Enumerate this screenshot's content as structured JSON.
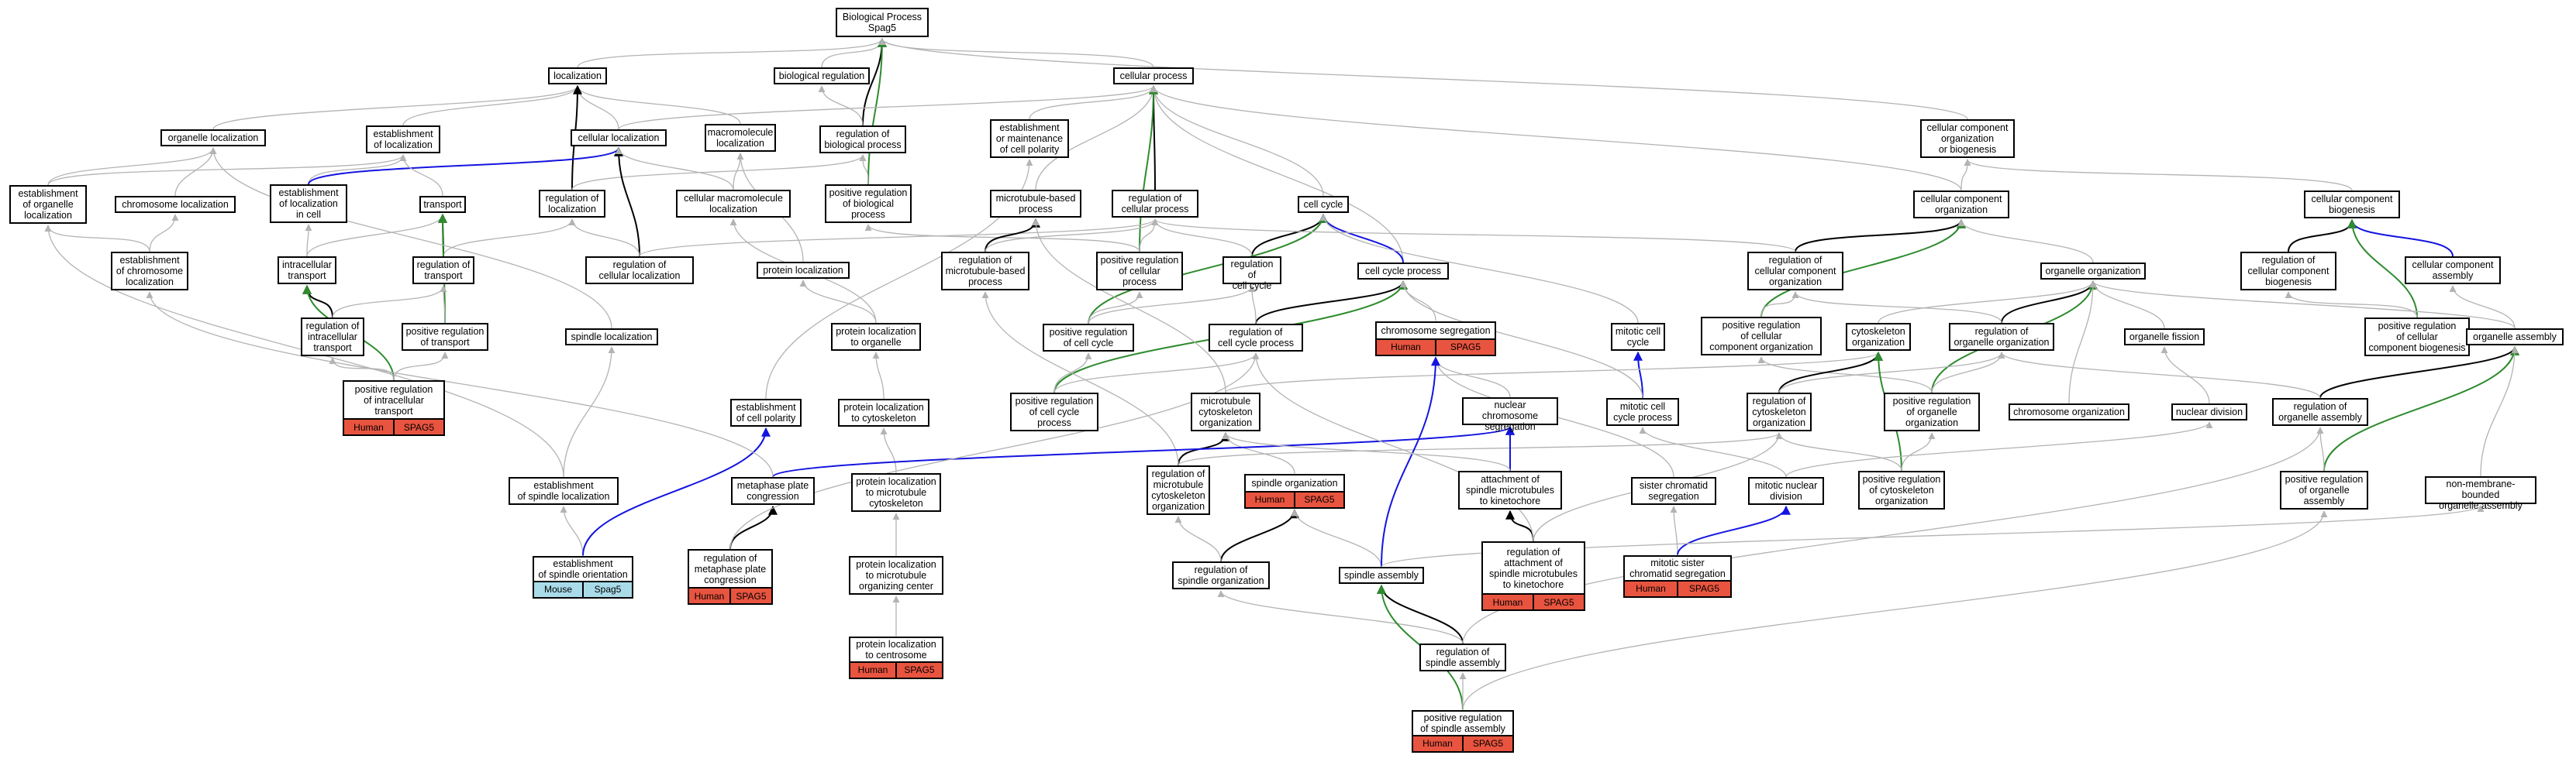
{
  "colors": {
    "default_edge": "#b3b3b3",
    "is_a": "#000000",
    "positive": "#2e8b2e",
    "negative": "#1414e0",
    "human": "#e8543f",
    "mouse": "#a9dbe9"
  },
  "nodes": [
    {
      "id": "bp",
      "label": "Biological Process\nSpag5"
    },
    {
      "id": "loc",
      "label": "localization"
    },
    {
      "id": "bioreg",
      "label": "biological regulation"
    },
    {
      "id": "cp",
      "label": "cellular process"
    },
    {
      "id": "orgloc",
      "label": "organelle localization"
    },
    {
      "id": "estloc",
      "label": "establishment\nof localization"
    },
    {
      "id": "cellloc",
      "label": "cellular localization"
    },
    {
      "id": "macroloc",
      "label": "macromolecule\nlocalization"
    },
    {
      "id": "regbp",
      "label": "regulation of\nbiological process"
    },
    {
      "id": "estpol",
      "label": "establishment\nor maintenance\nof cell polarity"
    },
    {
      "id": "ccob",
      "label": "cellular component\norganization\nor biogenesis"
    },
    {
      "id": "estorgloc",
      "label": "establishment\nof organelle\nlocalization"
    },
    {
      "id": "chromloc",
      "label": "chromosome localization"
    },
    {
      "id": "estlocincell",
      "label": "establishment\nof localization\nin cell"
    },
    {
      "id": "transport",
      "label": "transport"
    },
    {
      "id": "regloc",
      "label": "regulation of\nlocalization"
    },
    {
      "id": "cellmacroloc",
      "label": "cellular macromolecule\nlocalization"
    },
    {
      "id": "posregbp",
      "label": "positive regulation\nof biological\nprocess"
    },
    {
      "id": "mbp",
      "label": "microtubule-based\nprocess"
    },
    {
      "id": "regcp",
      "label": "regulation of\ncellular process"
    },
    {
      "id": "cellcycle",
      "label": "cell cycle"
    },
    {
      "id": "cco",
      "label": "cellular component\norganization"
    },
    {
      "id": "ccb",
      "label": "cellular component\nbiogenesis"
    },
    {
      "id": "estchromloc",
      "label": "establishment\nof chromosome\nlocalization"
    },
    {
      "id": "ict",
      "label": "intracellular\ntransport"
    },
    {
      "id": "regtransport",
      "label": "regulation of\ntransport"
    },
    {
      "id": "regcellloc",
      "label": "regulation of\ncellular localization"
    },
    {
      "id": "protloc",
      "label": "protein localization"
    },
    {
      "id": "regmbp",
      "label": "regulation of\nmicrotubule-based\nprocess"
    },
    {
      "id": "posregcp",
      "label": "positive regulation\nof cellular\nprocess"
    },
    {
      "id": "regcc",
      "label": "regulation of\ncell cycle"
    },
    {
      "id": "ccproc",
      "label": "cell cycle process"
    },
    {
      "id": "regccorg",
      "label": "regulation of\ncellular component\norganization"
    },
    {
      "id": "orgorg",
      "label": "organelle organization"
    },
    {
      "id": "regccbio",
      "label": "regulation of\ncellular component\nbiogenesis"
    },
    {
      "id": "ccassembly",
      "label": "cellular component\nassembly"
    },
    {
      "id": "regict",
      "label": "regulation of\nintracellular\ntransport"
    },
    {
      "id": "posregtransport",
      "label": "positive regulation\nof transport"
    },
    {
      "id": "spindleloc",
      "label": "spindle localization"
    },
    {
      "id": "protloctoorg",
      "label": "protein localization\nto organelle"
    },
    {
      "id": "posregcc",
      "label": "positive regulation\nof cell cycle"
    },
    {
      "id": "regccproc",
      "label": "regulation of\ncell cycle process"
    },
    {
      "id": "chromseg",
      "label": "chromosome segregation",
      "badge": [
        "Human",
        "SPAG5"
      ]
    },
    {
      "id": "mitcc",
      "label": "mitotic cell\ncycle"
    },
    {
      "id": "posregccorg",
      "label": "positive regulation\nof cellular\ncomponent organization"
    },
    {
      "id": "cytoorg",
      "label": "cytoskeleton\norganization"
    },
    {
      "id": "regorgorg",
      "label": "regulation of\norganelle organization"
    },
    {
      "id": "orgfission",
      "label": "organelle fission"
    },
    {
      "id": "posregccbio",
      "label": "positive regulation\nof cellular\ncomponent biogenesis"
    },
    {
      "id": "orgassembly",
      "label": "organelle assembly"
    },
    {
      "id": "posregict",
      "label": "positive regulation\nof intracellular\ntransport",
      "badge": [
        "Human",
        "SPAG5"
      ]
    },
    {
      "id": "estcellpol",
      "label": "establishment\nof cell polarity"
    },
    {
      "id": "protloctocyto",
      "label": "protein localization\nto cytoskeleton"
    },
    {
      "id": "posregccproc",
      "label": "positive regulation\nof cell cycle\nprocess"
    },
    {
      "id": "mtcytoorg",
      "label": "microtubule\ncytoskeleton\norganization"
    },
    {
      "id": "nuclchromseg",
      "label": "nuclear chromosome\nsegregation"
    },
    {
      "id": "mitccproc",
      "label": "mitotic cell\ncycle process"
    },
    {
      "id": "regcytoorg",
      "label": "regulation of\ncytoskeleton\norganization"
    },
    {
      "id": "posregorgorg",
      "label": "positive regulation\nof organelle\norganization"
    },
    {
      "id": "chromorg",
      "label": "chromosome organization"
    },
    {
      "id": "nucdiv",
      "label": "nuclear division"
    },
    {
      "id": "regorgassembly",
      "label": "regulation of\norganelle assembly"
    },
    {
      "id": "estspindleloc",
      "label": "establishment\nof spindle localization"
    },
    {
      "id": "metcong",
      "label": "metaphase plate\ncongression"
    },
    {
      "id": "protloctomtcyto",
      "label": "protein localization\nto microtubule\ncytoskeleton"
    },
    {
      "id": "regmtcytoorg",
      "label": "regulation of\nmicrotubule\ncytoskeleton\norganization"
    },
    {
      "id": "spindleorg",
      "label": "spindle organization",
      "badge": [
        "Human",
        "SPAG5"
      ]
    },
    {
      "id": "attach",
      "label": "attachment of\nspindle microtubules\nto kinetochore"
    },
    {
      "id": "sisterseg",
      "label": "sister chromatid\nsegregation"
    },
    {
      "id": "mitnucdiv",
      "label": "mitotic nuclear\ndivision"
    },
    {
      "id": "posregcytoorg",
      "label": "positive regulation\nof cytoskeleton\norganization"
    },
    {
      "id": "posregorgassembly",
      "label": "positive regulation\nof organelle\nassembly"
    },
    {
      "id": "nonmemb",
      "label": "non-membrane-bounded\norganelle assembly"
    },
    {
      "id": "estspindleorient",
      "label": "establishment\nof spindle orientation",
      "badge": [
        "Mouse",
        "Spag5"
      ],
      "species": "mouse"
    },
    {
      "id": "regmetcong",
      "label": "regulation of\nmetaphase plate\ncongression",
      "badge": [
        "Human",
        "SPAG5"
      ]
    },
    {
      "id": "protloctomtoc",
      "label": "protein localization\nto microtubule\norganizing center"
    },
    {
      "id": "regspindleorg",
      "label": "regulation of\nspindle organization"
    },
    {
      "id": "spindleassembly",
      "label": "spindle assembly"
    },
    {
      "id": "regattach",
      "label": "regulation of\nattachment of\nspindle microtubules\nto kinetochore",
      "badge": [
        "Human",
        "SPAG5"
      ]
    },
    {
      "id": "mitsisterseg",
      "label": "mitotic sister\nchromatid segregation",
      "badge": [
        "Human",
        "SPAG5"
      ]
    },
    {
      "id": "protloctocentrosome",
      "label": "protein localization\nto centrosome",
      "badge": [
        "Human",
        "SPAG5"
      ]
    },
    {
      "id": "regspindleassembly",
      "label": "regulation of\nspindle assembly"
    },
    {
      "id": "posregspindleassembly",
      "label": "positive regulation\nof spindle assembly",
      "badge": [
        "Human",
        "SPAG5"
      ]
    }
  ],
  "edges": [
    [
      "loc",
      "bp",
      "g"
    ],
    [
      "bioreg",
      "bp",
      "g"
    ],
    [
      "cp",
      "bp",
      "g"
    ],
    [
      "regbp",
      "bp",
      "k"
    ],
    [
      "posregbp",
      "bp",
      "pos"
    ],
    [
      "ccob",
      "bp",
      "g"
    ],
    [
      "orgloc",
      "loc",
      "g"
    ],
    [
      "estloc",
      "loc",
      "g"
    ],
    [
      "cellloc",
      "loc",
      "g"
    ],
    [
      "macroloc",
      "loc",
      "g"
    ],
    [
      "regloc",
      "loc",
      "k"
    ],
    [
      "regbp",
      "bioreg",
      "g"
    ],
    [
      "regcp",
      "cp",
      "k"
    ],
    [
      "estpol",
      "cp",
      "g"
    ],
    [
      "mbp",
      "cp",
      "g"
    ],
    [
      "cellcycle",
      "cp",
      "g"
    ],
    [
      "ccproc",
      "cp",
      "g"
    ],
    [
      "posregcp",
      "cp",
      "pos"
    ],
    [
      "cco",
      "cp",
      "g"
    ],
    [
      "cellloc",
      "cp",
      "g"
    ],
    [
      "cco",
      "ccob",
      "g"
    ],
    [
      "ccb",
      "ccob",
      "g"
    ],
    [
      "estorgloc",
      "orgloc",
      "g"
    ],
    [
      "estorgloc",
      "estloc",
      "g"
    ],
    [
      "chromloc",
      "orgloc",
      "g"
    ],
    [
      "estchromloc",
      "chromloc",
      "g"
    ],
    [
      "estchromloc",
      "estorgloc",
      "g"
    ],
    [
      "estlocincell",
      "estloc",
      "g"
    ],
    [
      "estlocincell",
      "cellloc",
      "neg"
    ],
    [
      "transport",
      "estloc",
      "g"
    ],
    [
      "ict",
      "transport",
      "g"
    ],
    [
      "ict",
      "estlocincell",
      "g"
    ],
    [
      "regloc",
      "regbp",
      "g"
    ],
    [
      "regcellloc",
      "cellloc",
      "k"
    ],
    [
      "regcellloc",
      "regloc",
      "g"
    ],
    [
      "regcellloc",
      "regcp",
      "g"
    ],
    [
      "cellmacroloc",
      "macroloc",
      "g"
    ],
    [
      "cellmacroloc",
      "cellloc",
      "g"
    ],
    [
      "protloc",
      "macroloc",
      "g"
    ],
    [
      "protloctoorg",
      "protloc",
      "g"
    ],
    [
      "protloctoorg",
      "cellmacroloc",
      "g"
    ],
    [
      "posregbp",
      "regbp",
      "g"
    ],
    [
      "posregcp",
      "posregbp",
      "g"
    ],
    [
      "posregcp",
      "regcp",
      "g"
    ],
    [
      "regmbp",
      "mbp",
      "k"
    ],
    [
      "regmbp",
      "regcp",
      "g"
    ],
    [
      "regcc",
      "cellcycle",
      "k"
    ],
    [
      "regcc",
      "regcp",
      "g"
    ],
    [
      "ccproc",
      "cellcycle",
      "neg"
    ],
    [
      "posregcc",
      "cellcycle",
      "pos"
    ],
    [
      "posregcc",
      "regcc",
      "g"
    ],
    [
      "posregcc",
      "posregcp",
      "g"
    ],
    [
      "regccorg",
      "cco",
      "k"
    ],
    [
      "regccorg",
      "regcp",
      "g"
    ],
    [
      "posregccorg",
      "cco",
      "pos"
    ],
    [
      "posregccorg",
      "regccorg",
      "g"
    ],
    [
      "orgorg",
      "cco",
      "g"
    ],
    [
      "regccbio",
      "ccb",
      "k"
    ],
    [
      "ccassembly",
      "ccb",
      "neg"
    ],
    [
      "posregccbio",
      "ccb",
      "pos"
    ],
    [
      "posregccbio",
      "regccbio",
      "g"
    ],
    [
      "regtransport",
      "transport",
      "k"
    ],
    [
      "regtransport",
      "regloc",
      "g"
    ],
    [
      "posregtransport",
      "transport",
      "pos"
    ],
    [
      "posregtransport",
      "regtransport",
      "g"
    ],
    [
      "regict",
      "ict",
      "k"
    ],
    [
      "regict",
      "regtransport",
      "g"
    ],
    [
      "posregict",
      "ict",
      "pos"
    ],
    [
      "posregict",
      "regict",
      "g"
    ],
    [
      "posregict",
      "posregtransport",
      "g"
    ],
    [
      "spindleloc",
      "orgloc",
      "g"
    ],
    [
      "estspindleloc",
      "spindleloc",
      "g"
    ],
    [
      "estspindleloc",
      "estorgloc",
      "g"
    ],
    [
      "estspindleorient",
      "estspindleloc",
      "g"
    ],
    [
      "estcellpol",
      "estpol",
      "g"
    ],
    [
      "estspindleorient",
      "estcellpol",
      "neg"
    ],
    [
      "protloctocyto",
      "protloctoorg",
      "g"
    ],
    [
      "protloctomtcyto",
      "protloctocyto",
      "g"
    ],
    [
      "protloctomtoc",
      "protloctomtcyto",
      "g"
    ],
    [
      "protloctocentrosome",
      "protloctomtoc",
      "g"
    ],
    [
      "regccproc",
      "ccproc",
      "k"
    ],
    [
      "regccproc",
      "regcc",
      "g"
    ],
    [
      "posregccproc",
      "ccproc",
      "pos"
    ],
    [
      "posregccproc",
      "regccproc",
      "g"
    ],
    [
      "posregccproc",
      "posregcc",
      "g"
    ],
    [
      "chromseg",
      "ccproc",
      "g"
    ],
    [
      "mitcc",
      "cellcycle",
      "g"
    ],
    [
      "mitccproc",
      "mitcc",
      "neg"
    ],
    [
      "mitccproc",
      "ccproc",
      "g"
    ],
    [
      "cytoorg",
      "orgorg",
      "g"
    ],
    [
      "mtcytoorg",
      "cytoorg",
      "g"
    ],
    [
      "mtcytoorg",
      "mbp",
      "g"
    ],
    [
      "regorgorg",
      "orgorg",
      "k"
    ],
    [
      "regorgorg",
      "regccorg",
      "g"
    ],
    [
      "posregorgorg",
      "orgorg",
      "pos"
    ],
    [
      "posregorgorg",
      "regorgorg",
      "g"
    ],
    [
      "posregorgorg",
      "posregccorg",
      "g"
    ],
    [
      "regcytoorg",
      "cytoorg",
      "k"
    ],
    [
      "regcytoorg",
      "regorgorg",
      "g"
    ],
    [
      "posregcytoorg",
      "cytoorg",
      "pos"
    ],
    [
      "posregcytoorg",
      "regcytoorg",
      "g"
    ],
    [
      "posregcytoorg",
      "posregorgorg",
      "g"
    ],
    [
      "orgfission",
      "orgorg",
      "g"
    ],
    [
      "nucdiv",
      "orgfission",
      "g"
    ],
    [
      "chromorg",
      "orgorg",
      "g"
    ],
    [
      "orgassembly",
      "orgorg",
      "g"
    ],
    [
      "orgassembly",
      "ccassembly",
      "g"
    ],
    [
      "regorgassembly",
      "orgassembly",
      "k"
    ],
    [
      "regorgassembly",
      "regorgorg",
      "g"
    ],
    [
      "posregorgassembly",
      "orgassembly",
      "pos"
    ],
    [
      "posregorgassembly",
      "regorgassembly",
      "g"
    ],
    [
      "nonmemb",
      "orgassembly",
      "g"
    ],
    [
      "nuclchromseg",
      "chromseg",
      "g"
    ],
    [
      "sisterseg",
      "chromseg",
      "g"
    ],
    [
      "mitsisterseg",
      "sisterseg",
      "g"
    ],
    [
      "mitsisterseg",
      "mitnucdiv",
      "neg"
    ],
    [
      "mitnucdiv",
      "nucdiv",
      "g"
    ],
    [
      "mitnucdiv",
      "mitccproc",
      "g"
    ],
    [
      "regmtcytoorg",
      "mtcytoorg",
      "k"
    ],
    [
      "regmtcytoorg",
      "regcytoorg",
      "g"
    ],
    [
      "regmtcytoorg",
      "regmbp",
      "g"
    ],
    [
      "spindleorg",
      "mtcytoorg",
      "g"
    ],
    [
      "regspindleorg",
      "spindleorg",
      "k"
    ],
    [
      "regspindleorg",
      "regmtcytoorg",
      "g"
    ],
    [
      "spindleassembly",
      "spindleorg",
      "g"
    ],
    [
      "spindleassembly",
      "chromseg",
      "neg"
    ],
    [
      "spindleassembly",
      "nonmemb",
      "g"
    ],
    [
      "regspindleassembly",
      "spindleassembly",
      "k"
    ],
    [
      "regspindleassembly",
      "regspindleorg",
      "g"
    ],
    [
      "regspindleassembly",
      "regorgassembly",
      "g"
    ],
    [
      "posregspindleassembly",
      "spindleassembly",
      "pos"
    ],
    [
      "posregspindleassembly",
      "regspindleassembly",
      "g"
    ],
    [
      "posregspindleassembly",
      "posregorgassembly",
      "g"
    ],
    [
      "metcong",
      "nuclchromseg",
      "neg"
    ],
    [
      "metcong",
      "estchromloc",
      "g"
    ],
    [
      "regmetcong",
      "metcong",
      "k"
    ],
    [
      "regmetcong",
      "regccproc",
      "g"
    ],
    [
      "attach",
      "nuclchromseg",
      "neg"
    ],
    [
      "attach",
      "mtcytoorg",
      "g"
    ],
    [
      "regattach",
      "attach",
      "k"
    ],
    [
      "regattach",
      "regccproc",
      "g"
    ],
    [
      "regattach",
      "regcytoorg",
      "g"
    ]
  ]
}
